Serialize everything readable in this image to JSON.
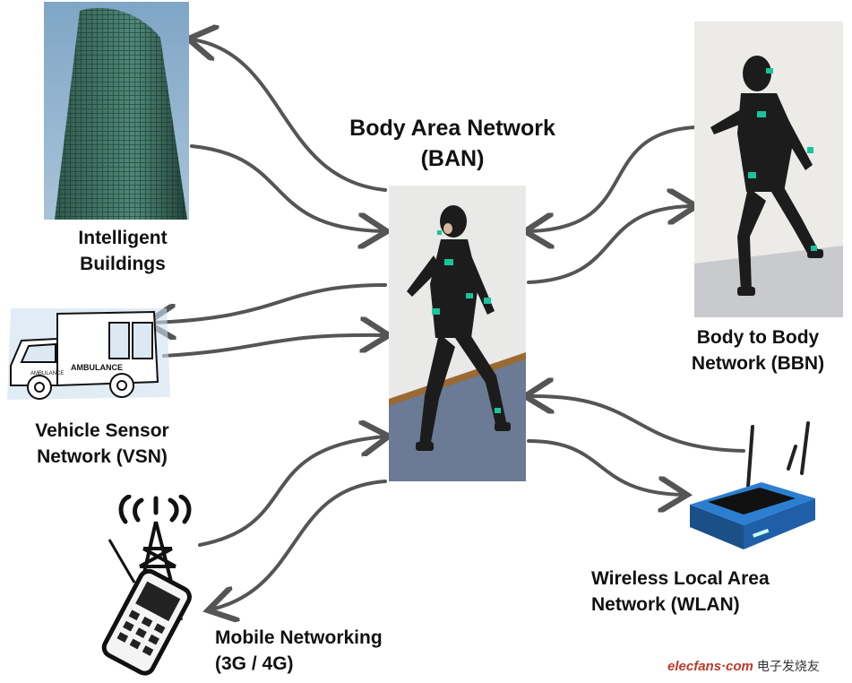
{
  "title": {
    "line1": "Body Area Network",
    "line2": "(BAN)"
  },
  "nodes": {
    "buildings": {
      "line1": "Intelligent",
      "line2": "Buildings"
    },
    "bbn": {
      "line1": "Body to Body",
      "line2": "Network (BBN)"
    },
    "vsn": {
      "line1": "Vehicle Sensor",
      "line2": "Network (VSN)"
    },
    "wlan": {
      "line1": "Wireless Local Area",
      "line2": "Network (WLAN)"
    },
    "mobile": {
      "line1": "Mobile Networking",
      "line2": "(3G / 4G)"
    }
  },
  "watermark": {
    "brand": "elecfans·com",
    "cn": "电子发烧友"
  },
  "colors": {
    "arrow": "#555555",
    "suit": "#1c1c1c",
    "sensor": "#19c49a",
    "router": "#1f5fa8",
    "sky": "#8fb3cf"
  }
}
